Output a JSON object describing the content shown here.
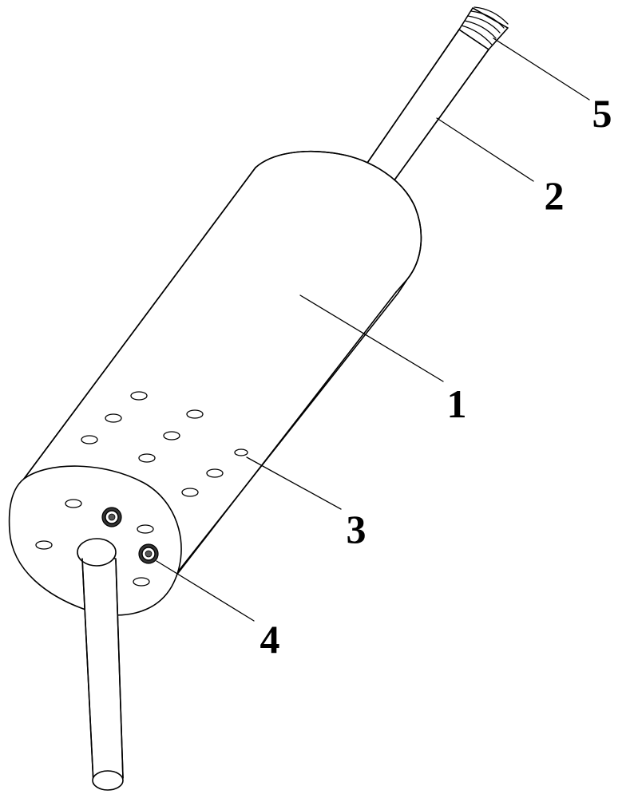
{
  "labels": {
    "cylinder_body": "1",
    "rod": "2",
    "side_hole": "3",
    "end_plug": "4",
    "thread": "5"
  }
}
